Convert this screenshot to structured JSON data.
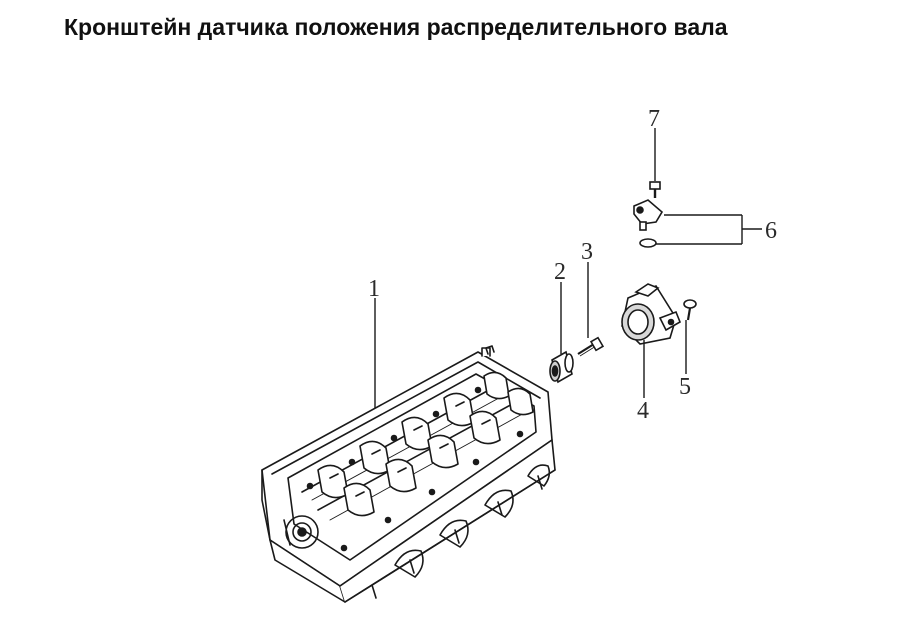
{
  "title": "Кронштейн датчика положения распределительного вала",
  "callouts": [
    {
      "id": "1",
      "label": "1"
    },
    {
      "id": "2",
      "label": "2"
    },
    {
      "id": "3",
      "label": "3"
    },
    {
      "id": "4",
      "label": "4"
    },
    {
      "id": "5",
      "label": "5"
    },
    {
      "id": "6",
      "label": "6"
    },
    {
      "id": "7",
      "label": "7"
    }
  ],
  "colors": {
    "line": "#1a1a1a",
    "text": "#111111",
    "background": "#ffffff"
  }
}
